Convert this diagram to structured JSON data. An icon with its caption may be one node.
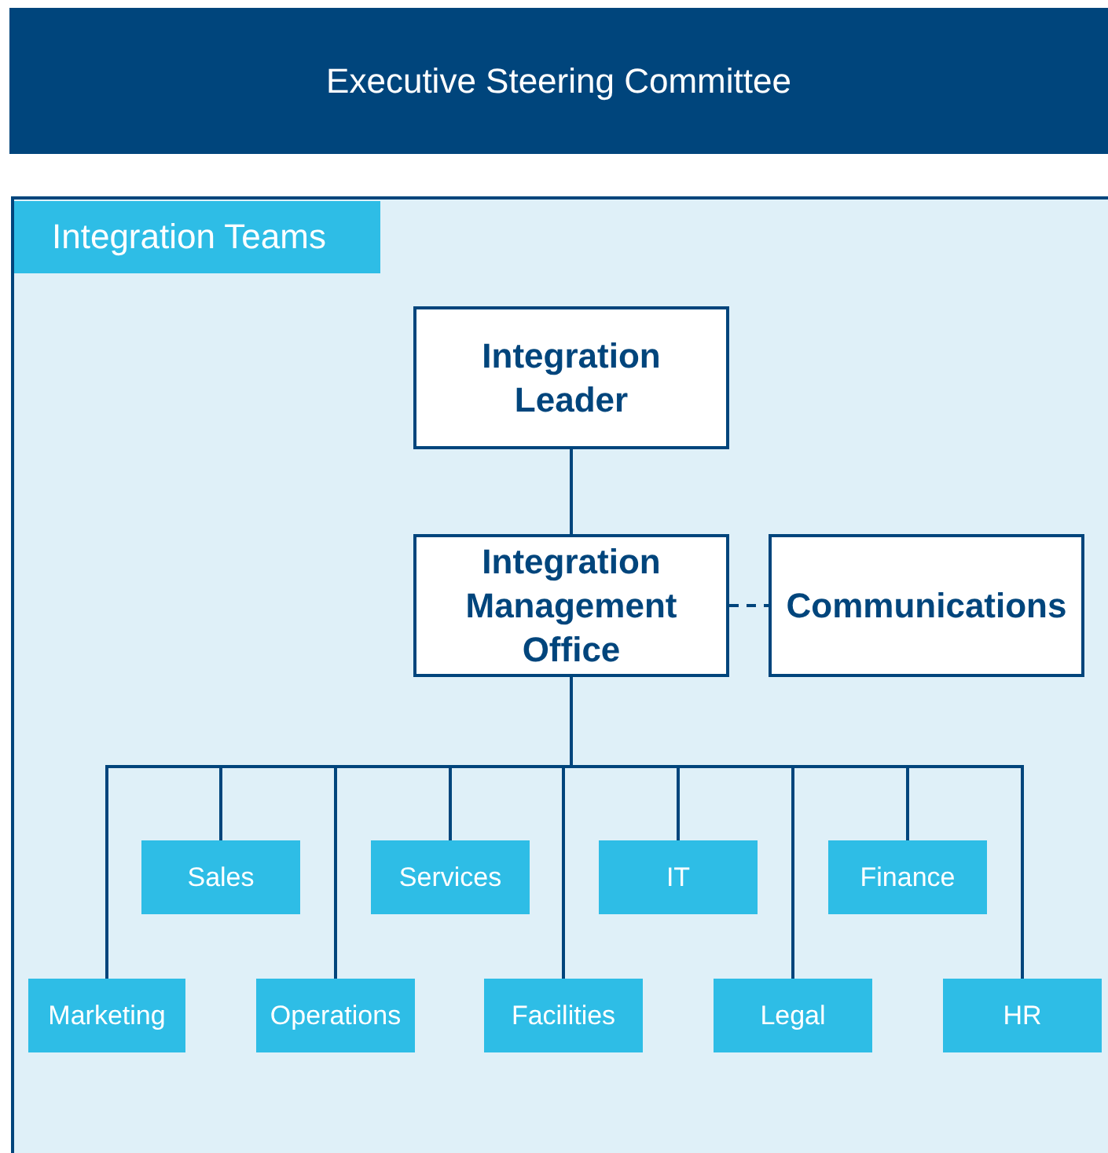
{
  "diagram": {
    "nodes": [
      {
        "text": [
          "Executive Steering Committee"
        ]
      },
      {
        "text": [
          "Integration Teams"
        ]
      },
      {
        "text": [
          "Integration Leader"
        ],
        "in": 1
      },
      {
        "text": [
          "Integration Management Office"
        ],
        "in": 1
      },
      {
        "text": [
          "Communications"
        ],
        "in": 1
      },
      {
        "text": [
          "Marketing"
        ],
        "in": 1
      },
      {
        "text": [
          "Sales"
        ],
        "in": 1
      },
      {
        "text": [
          "Operations"
        ],
        "in": 1
      },
      {
        "text": [
          "Services"
        ],
        "in": 1
      },
      {
        "text": [
          "Facilities"
        ],
        "in": 1
      },
      {
        "text": [
          "IT"
        ],
        "in": 1
      },
      {
        "text": [
          "Legal"
        ],
        "in": 1
      },
      {
        "text": [
          "Finance"
        ],
        "in": 1
      },
      {
        "text": [
          "HR"
        ],
        "in": 1
      }
    ],
    "edges": [
      {
        "from": 2,
        "to": 3,
        "arrow": "none"
      },
      {
        "from": 3,
        "to": 4,
        "arrow": "none",
        "style": "dashed"
      },
      {
        "from": 3,
        "to": 5,
        "arrow": "none"
      },
      {
        "from": 3,
        "to": 6,
        "arrow": "none"
      },
      {
        "from": 3,
        "to": 7,
        "arrow": "none"
      },
      {
        "from": 3,
        "to": 8,
        "arrow": "none"
      },
      {
        "from": 3,
        "to": 9,
        "arrow": "none"
      },
      {
        "from": 3,
        "to": 10,
        "arrow": "none"
      },
      {
        "from": 3,
        "to": 11,
        "arrow": "none"
      },
      {
        "from": 3,
        "to": 12,
        "arrow": "none"
      },
      {
        "from": 3,
        "to": 13,
        "arrow": "none"
      }
    ]
  }
}
